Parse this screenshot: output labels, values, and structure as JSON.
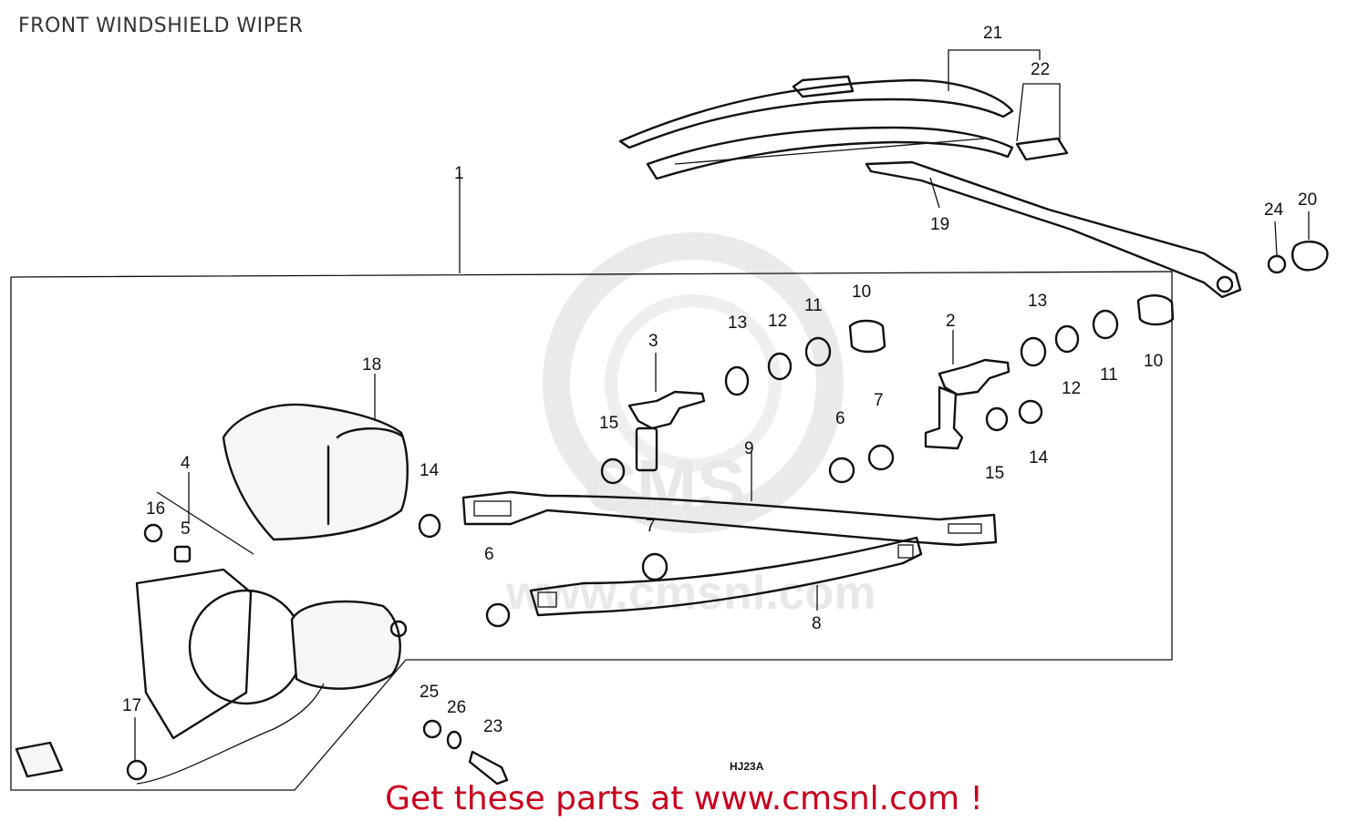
{
  "title": "FRONT WINDSHIELD WIPER",
  "footer": "Get these parts at www.cmsnl.com !",
  "diagram_code": "HJ23A",
  "watermark": "www.cmsnl.com",
  "callouts": [
    {
      "id": "c21",
      "label": "21"
    },
    {
      "id": "c22",
      "label": "22"
    },
    {
      "id": "c1",
      "label": "1"
    },
    {
      "id": "c19",
      "label": "19"
    },
    {
      "id": "c24",
      "label": "24"
    },
    {
      "id": "c20",
      "label": "20"
    },
    {
      "id": "c10a",
      "label": "10"
    },
    {
      "id": "c11a",
      "label": "11"
    },
    {
      "id": "c12a",
      "label": "12"
    },
    {
      "id": "c13a",
      "label": "13"
    },
    {
      "id": "c3",
      "label": "3"
    },
    {
      "id": "c18",
      "label": "18"
    },
    {
      "id": "c2",
      "label": "2"
    },
    {
      "id": "c13b",
      "label": "13"
    },
    {
      "id": "c12b",
      "label": "12"
    },
    {
      "id": "c11b",
      "label": "11"
    },
    {
      "id": "c10b",
      "label": "10"
    },
    {
      "id": "c15a",
      "label": "15"
    },
    {
      "id": "c6a",
      "label": "6"
    },
    {
      "id": "c7a",
      "label": "7"
    },
    {
      "id": "c15b",
      "label": "15"
    },
    {
      "id": "c14b",
      "label": "14"
    },
    {
      "id": "c9",
      "label": "9"
    },
    {
      "id": "c4",
      "label": "4"
    },
    {
      "id": "c16",
      "label": "16"
    },
    {
      "id": "c5",
      "label": "5"
    },
    {
      "id": "c14a",
      "label": "14"
    },
    {
      "id": "c7b",
      "label": "7"
    },
    {
      "id": "c6b",
      "label": "6"
    },
    {
      "id": "c8",
      "label": "8"
    },
    {
      "id": "c17",
      "label": "17"
    },
    {
      "id": "c25",
      "label": "25"
    },
    {
      "id": "c26",
      "label": "26"
    },
    {
      "id": "c23",
      "label": "23"
    }
  ]
}
